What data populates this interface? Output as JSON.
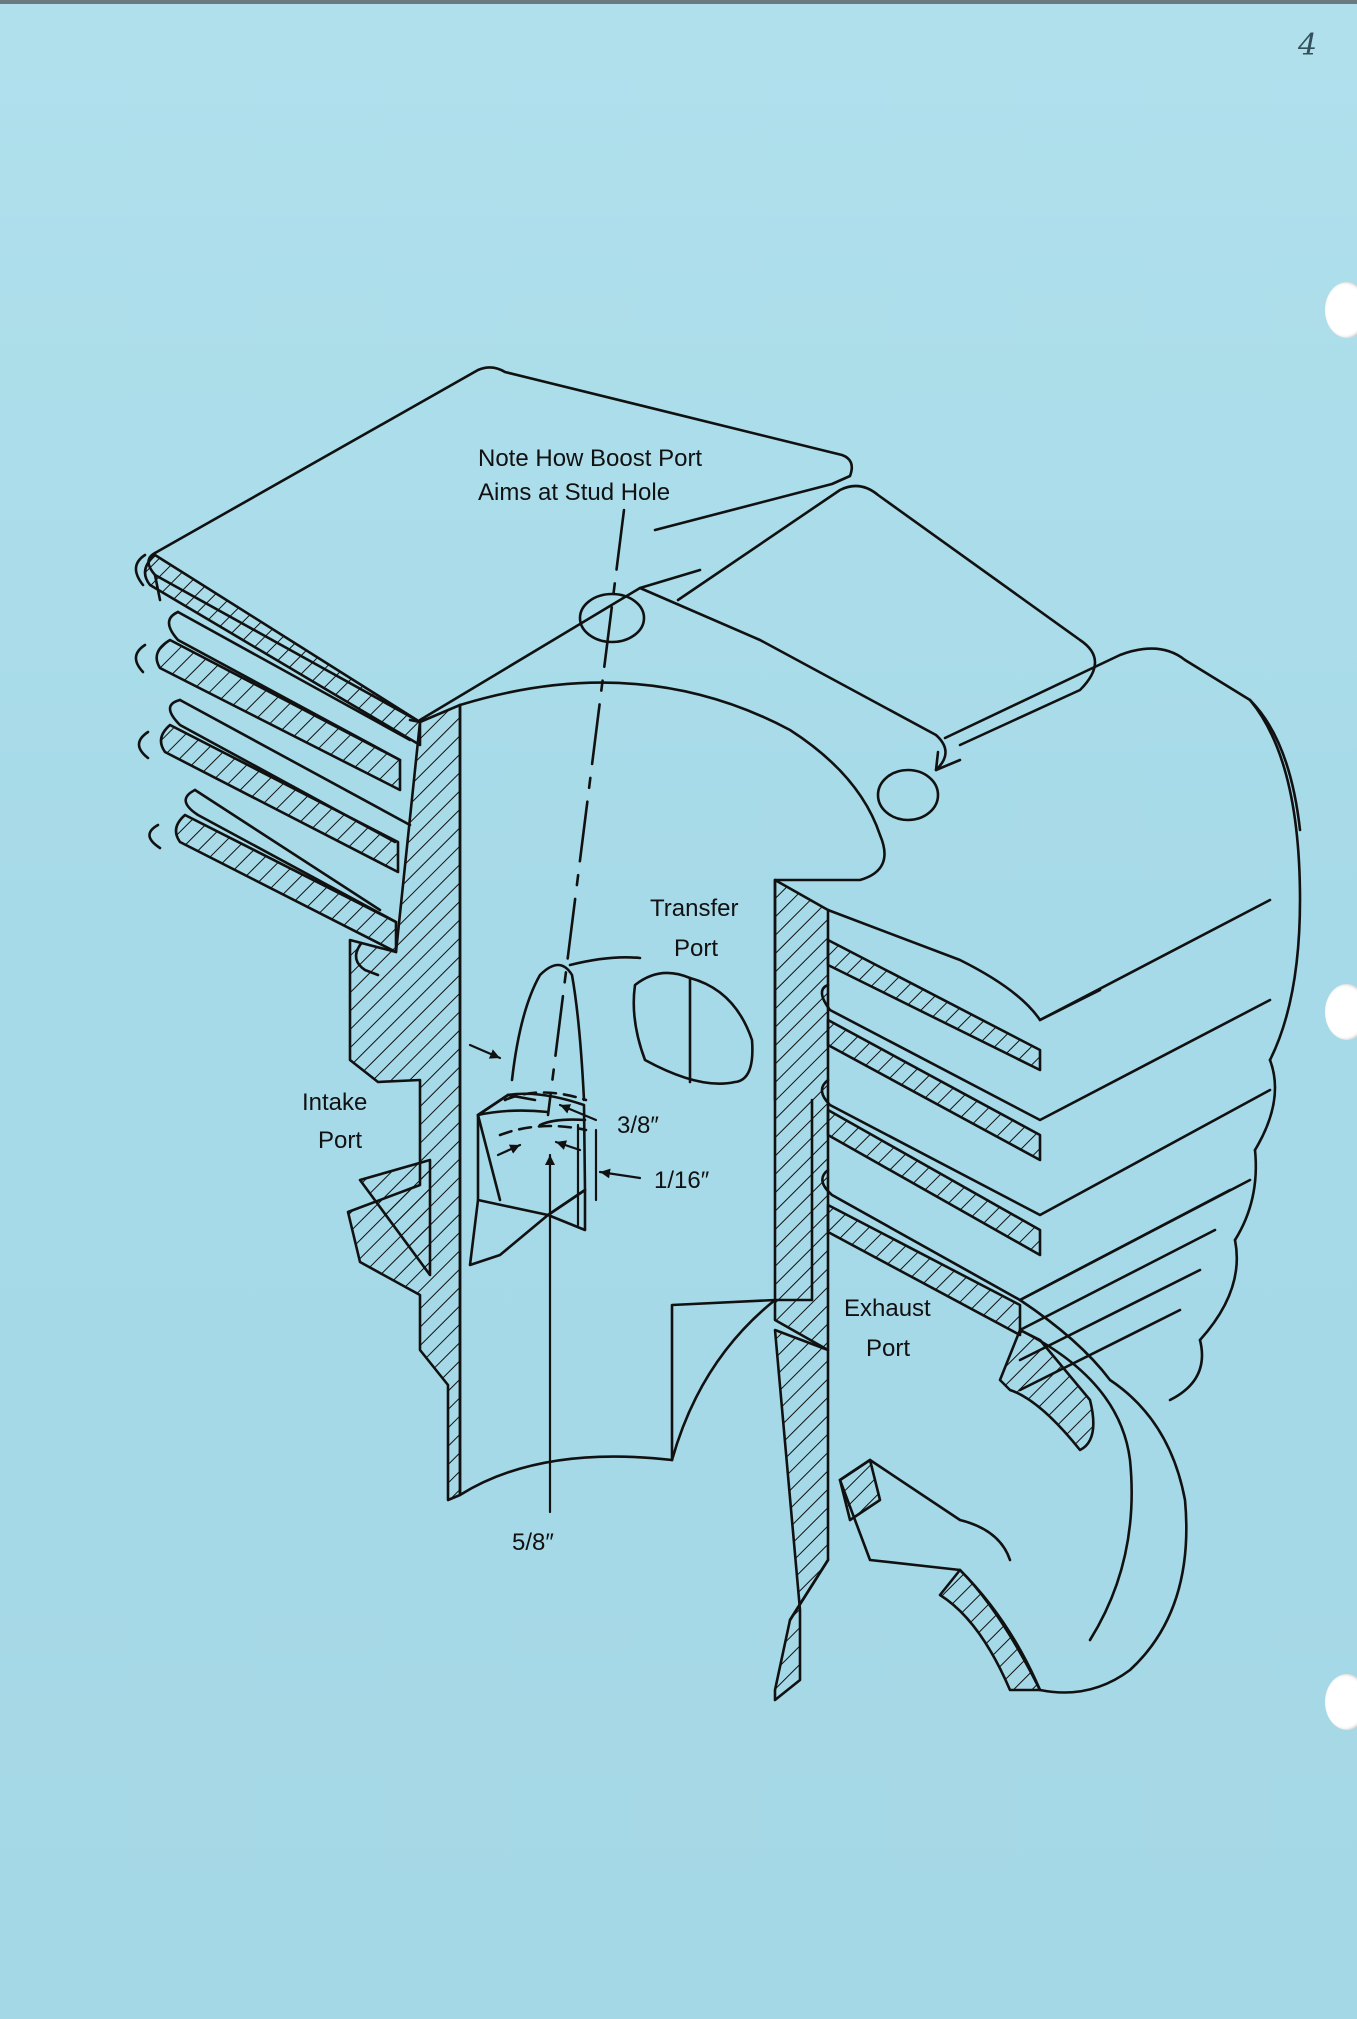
{
  "page_number": "4",
  "labels": {
    "note_line1": "Note How Boost Port",
    "note_line2": "Aims at Stud Hole",
    "transfer_line1": "Transfer",
    "transfer_line2": "Port",
    "intake_line1": "Intake",
    "intake_line2": "Port",
    "exhaust_line1": "Exhaust",
    "exhaust_line2": "Port",
    "dim_3_8": "3/8″",
    "dim_1_16": "1/16″",
    "dim_5_8": "5/8″"
  },
  "colors": {
    "paper": "#a8dbe9",
    "ink": "#111111"
  }
}
